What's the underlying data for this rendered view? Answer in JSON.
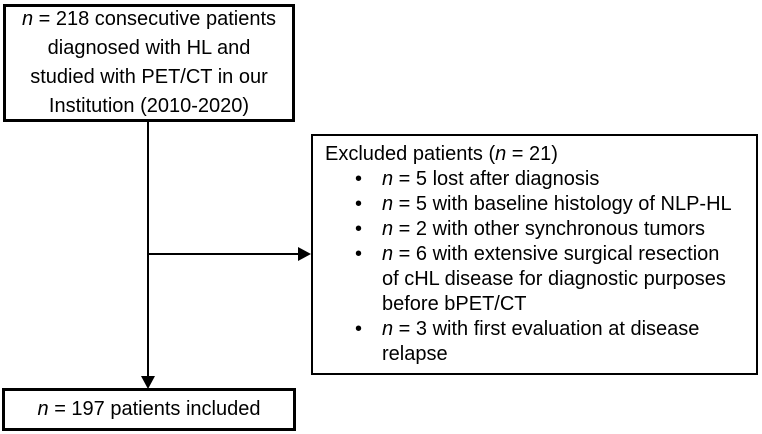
{
  "diagram": {
    "colors": {
      "border": "#000000",
      "text": "#000000",
      "background": "#ffffff"
    },
    "top_box": {
      "line1_italic": "n",
      "line1_rest": " = 218 consecutive patients",
      "line2": "diagnosed with HL and",
      "line3": "studied with PET/CT in our",
      "line4": "Institution (2010-2020)"
    },
    "excluded_box": {
      "header_pre": "Excluded patients (",
      "header_italic": "n",
      "header_post": " = 21)",
      "bullet_glyph": "•",
      "items": [
        {
          "italic": "n",
          "lines": [
            " = 5 lost after diagnosis"
          ]
        },
        {
          "italic": "n",
          "lines": [
            " = 5 with baseline histology of NLP-HL"
          ]
        },
        {
          "italic": "n",
          "lines": [
            " = 2 with other synchronous tumors"
          ]
        },
        {
          "italic": "n",
          "lines": [
            " = 6 with extensive surgical resection",
            "of cHL disease for diagnostic purposes",
            "before bPET/CT"
          ]
        },
        {
          "italic": "n",
          "lines": [
            " = 3 with first evaluation at disease",
            "relapse"
          ]
        }
      ]
    },
    "bottom_box": {
      "italic": "n",
      "rest": " = 197 patients included"
    }
  }
}
